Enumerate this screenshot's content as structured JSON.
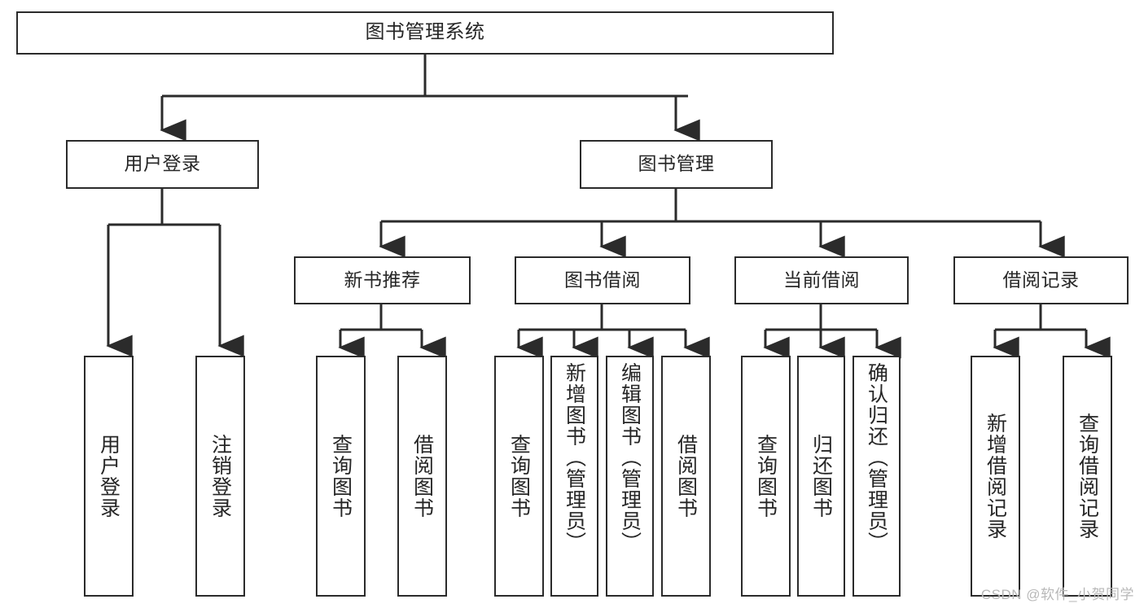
{
  "diagram": {
    "title": "图书管理系统",
    "type": "tree-hierarchy-chart",
    "orientation": "top-down",
    "colors": {
      "box_border": "#2b2b2b",
      "box_fill": "#ffffff",
      "text": "#262626",
      "connector": "#2b2b2b",
      "watermark": "#b8b8b8",
      "background": "#ffffff"
    },
    "nodes": {
      "root": {
        "label": "图书管理系统"
      },
      "level2": [
        {
          "label": "用户登录"
        },
        {
          "label": "图书管理"
        }
      ],
      "level3": [
        {
          "label": "新书推荐"
        },
        {
          "label": "图书借阅"
        },
        {
          "label": "当前借阅"
        },
        {
          "label": "借阅记录"
        }
      ],
      "leaves": {
        "user_login": [
          {
            "label": "用户登录"
          },
          {
            "label": "注销登录"
          }
        ],
        "new_book_recommend": [
          {
            "label": "查询图书"
          },
          {
            "label": "借阅图书"
          }
        ],
        "book_borrow": [
          {
            "label": "查询图书"
          },
          {
            "label": "新增图书（管理员）"
          },
          {
            "label": "编辑图书（管理员）"
          },
          {
            "label": "借阅图书"
          }
        ],
        "current_borrow": [
          {
            "label": "查询图书"
          },
          {
            "label": "归还图书"
          },
          {
            "label": "确认归还（管理员）"
          }
        ],
        "borrow_record": [
          {
            "label": "新增借阅记录"
          },
          {
            "label": "查询借阅记录"
          }
        ]
      }
    },
    "watermark": "CSDN @软件_小贺同学"
  }
}
